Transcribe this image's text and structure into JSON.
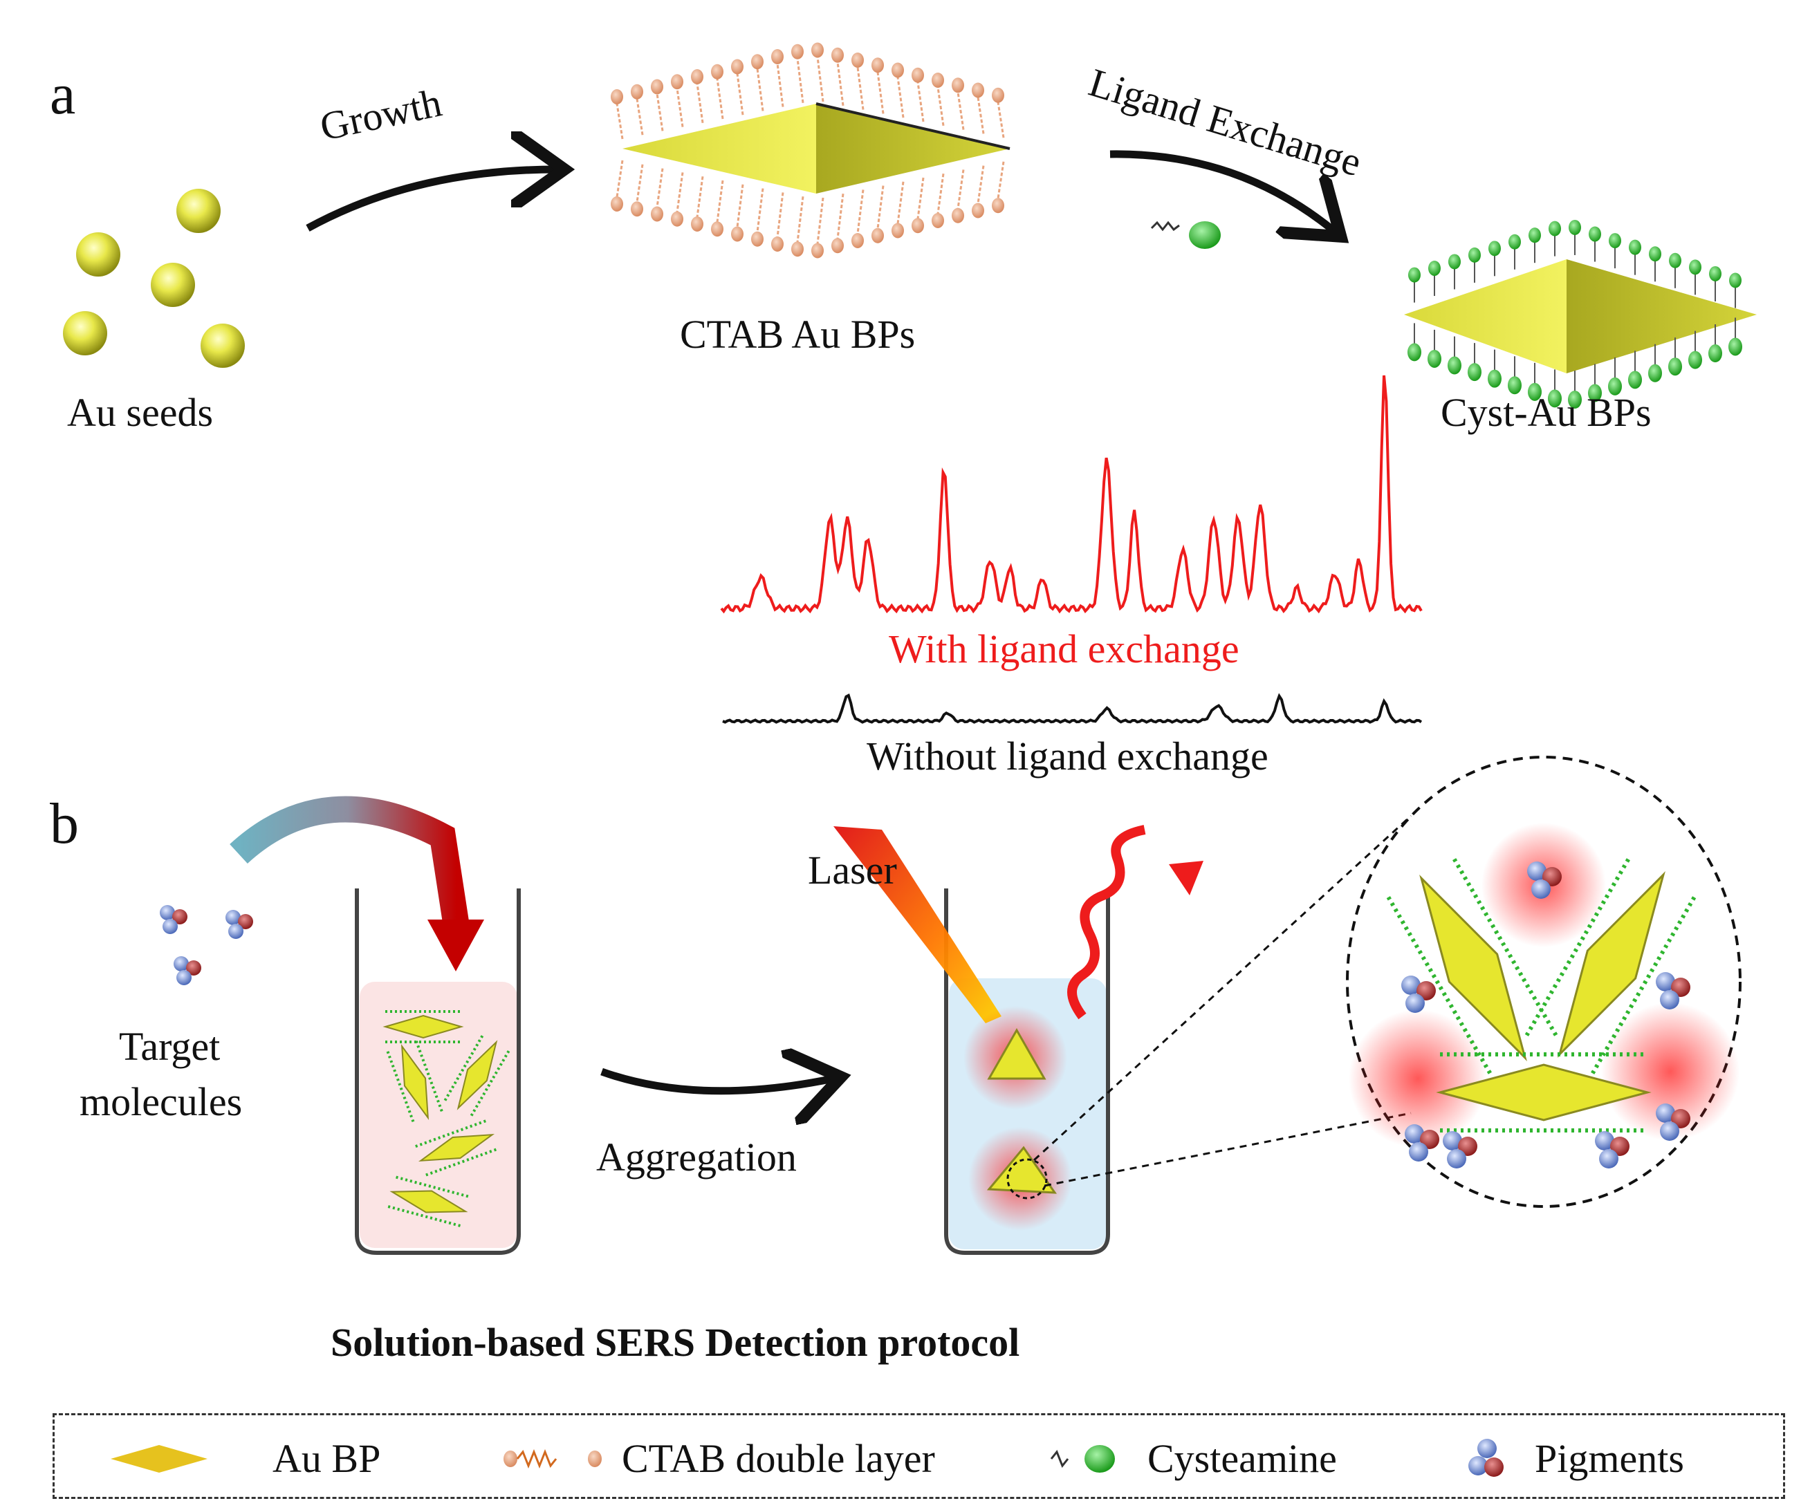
{
  "figure": {
    "panel_a": {
      "letter": "a",
      "au_seeds_label": "Au seeds",
      "growth_label": "Growth",
      "ctab_bp_label": "CTAB Au BPs",
      "ligand_exchange_label": "Ligand Exchange",
      "cyst_bp_label": "Cyst-Au BPs",
      "spectrum_with_label": "With ligand exchange",
      "spectrum_without_label": "Without ligand exchange"
    },
    "panel_b": {
      "letter": "b",
      "target_label_line1": "Target",
      "target_label_line2": "molecules",
      "laser_label": "Laser",
      "aggregation_label": "Aggregation"
    },
    "title": "Solution-based SERS Detection protocol",
    "legend": [
      {
        "icon": "au-bp-icon",
        "label": "Au BP"
      },
      {
        "icon": "ctab-double-layer-icon",
        "label": "CTAB double layer"
      },
      {
        "icon": "cysteamine-icon",
        "label": "Cysteamine"
      },
      {
        "icon": "pigments-icon",
        "label": "Pigments"
      }
    ]
  },
  "colors": {
    "gold": "#e6e62e",
    "ctab": "#e8a57f",
    "cysteamine": "#2fb52f",
    "spectrum_with": "#ee1c1c",
    "spectrum_without": "#111111",
    "laser": "#ff6a00",
    "tube_liquid_left": "#fbe4e4",
    "tube_liquid_right": "#d8ecf8"
  }
}
